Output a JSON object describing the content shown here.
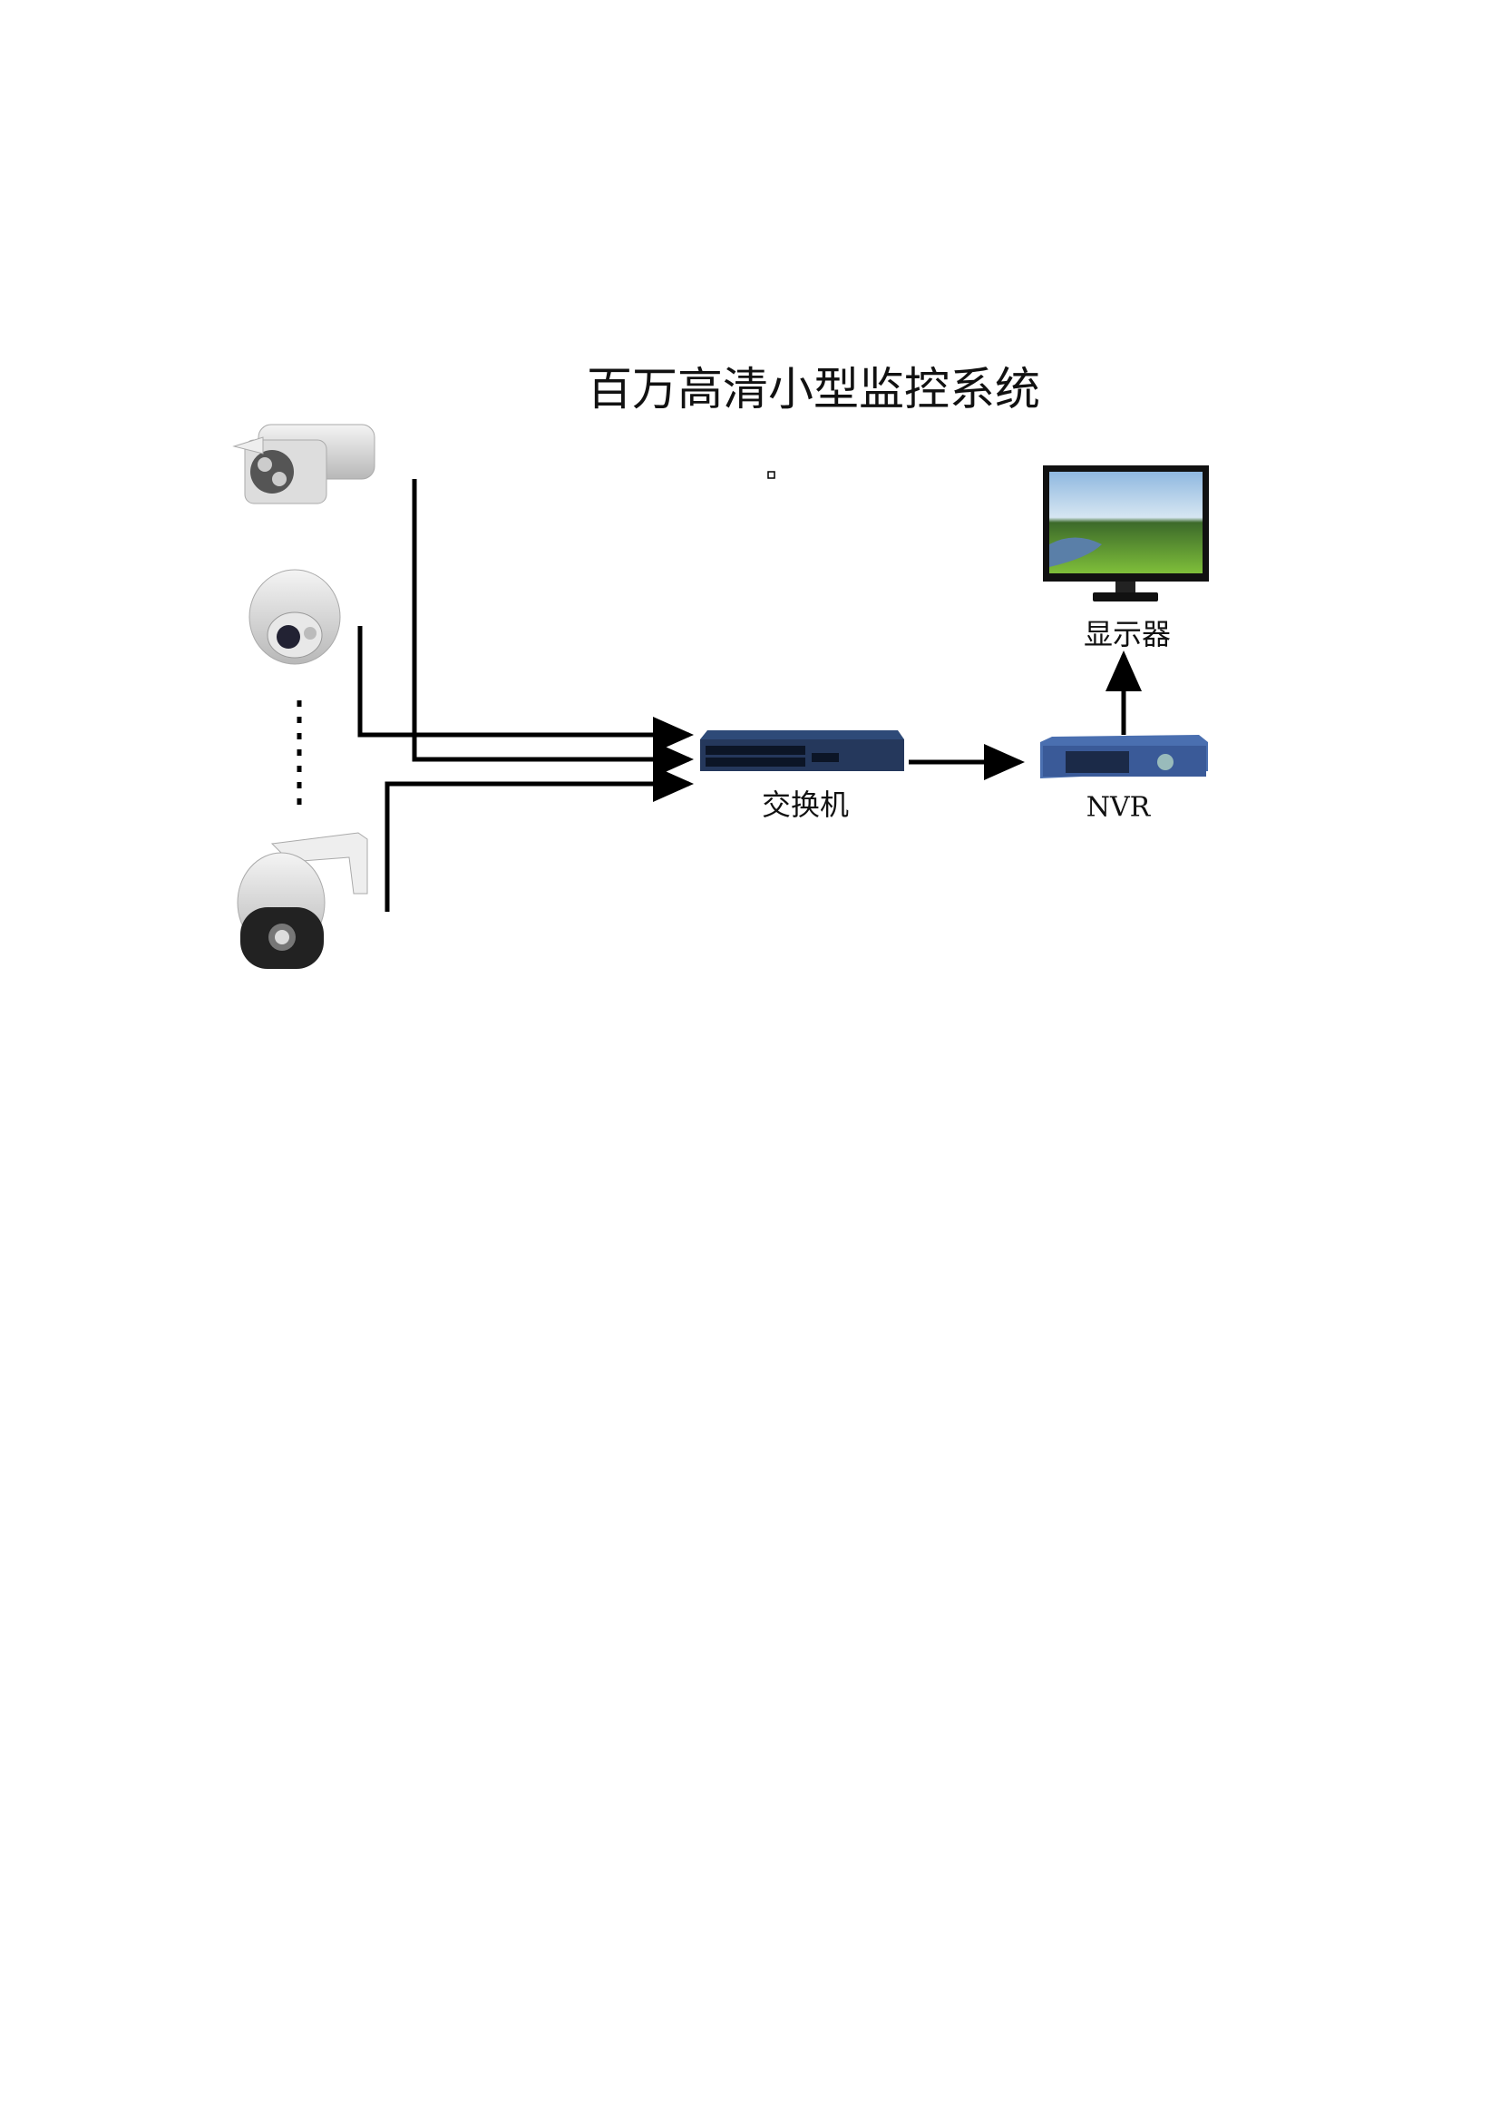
{
  "title": "百万高清小型监控系统",
  "nodes": {
    "switch": {
      "label": "交换机"
    },
    "nvr": {
      "label": "NVR"
    },
    "monitor": {
      "label": "显示器"
    }
  },
  "colors": {
    "line": "#000000",
    "device_blue": "#2e4a78",
    "nvr_blue": "#4a6fb0"
  }
}
